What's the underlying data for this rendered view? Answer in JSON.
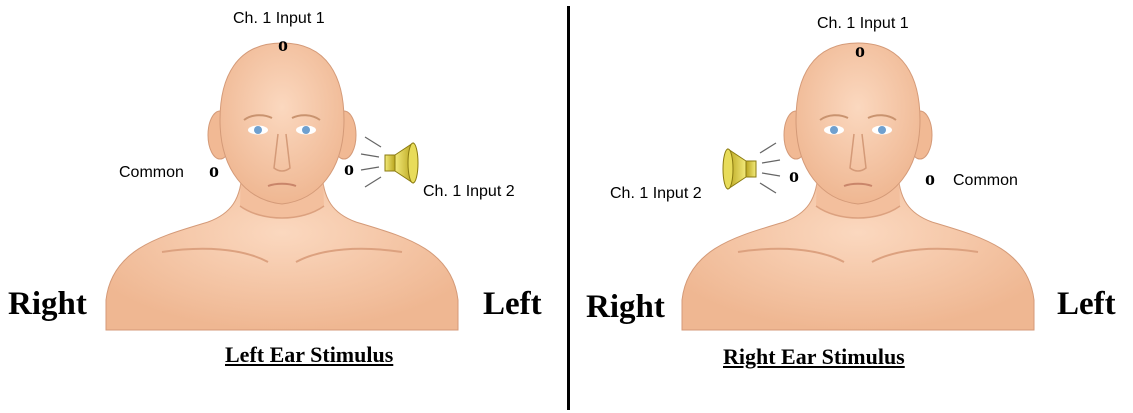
{
  "left_panel": {
    "top_electrode_label": "Ch. 1 Input 1",
    "common_label": "Common",
    "input2_label": "Ch. 1 Input 2",
    "right_side_label": "Right",
    "left_side_label": "Left",
    "stimulus_title": "Left Ear Stimulus",
    "electrode_glyph": "o"
  },
  "right_panel": {
    "top_electrode_label": "Ch. 1 Input 1",
    "common_label": "Common",
    "input2_label": "Ch. 1 Input 2",
    "right_side_label": "Right",
    "left_side_label": "Left",
    "stimulus_title": "Right Ear Stimulus",
    "electrode_glyph": "o"
  },
  "colors": {
    "skin": "#f6c9ab",
    "skin_shadow": "#e9ab88",
    "outline": "#c98f6f",
    "eye": "#6fa0cf",
    "speaker": "#d8c832",
    "divider": "#000000"
  }
}
